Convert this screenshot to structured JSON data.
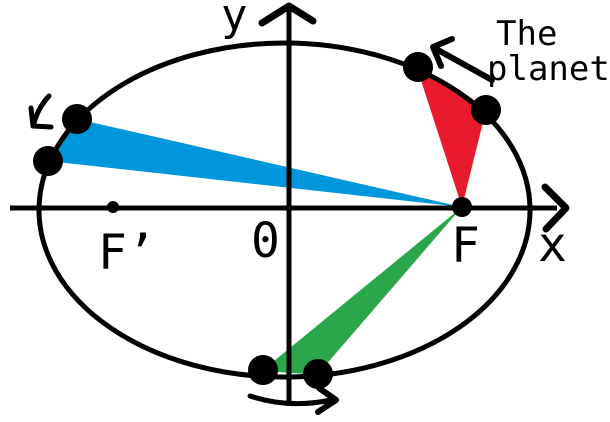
{
  "axes": {
    "x_label": "x",
    "y_label": "y",
    "origin_label": "0"
  },
  "foci": {
    "right_label": "F",
    "left_label": "F’"
  },
  "planet_note": {
    "line1": "The",
    "line2": "planet"
  },
  "colors": {
    "swept_sector_top_right": "#e81a2c",
    "swept_sector_left": "#0096dc",
    "swept_sector_bottom": "#2ba64b",
    "ink": "#000000",
    "background": "#ffffff"
  }
}
